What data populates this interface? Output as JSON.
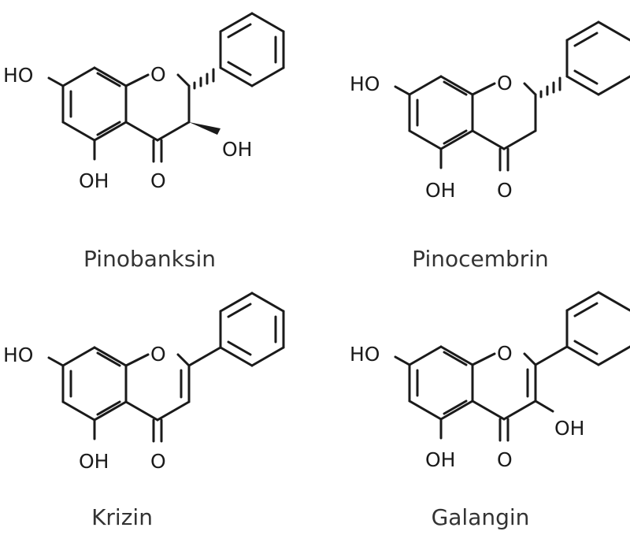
{
  "molecules": [
    {
      "name": "Pinobanksin",
      "labels": {
        "ho7": "HO",
        "o1": "O",
        "oh3": "OH",
        "oh5": "OH",
        "o4": "O"
      }
    },
    {
      "name": "Pinocembrin",
      "labels": {
        "ho7": "HO",
        "o1": "O",
        "oh5": "OH",
        "o4": "O"
      }
    },
    {
      "name": "Krizin",
      "labels": {
        "ho7": "HO",
        "o1": "O",
        "oh5": "OH",
        "o4": "O"
      }
    },
    {
      "name": "Galangin",
      "labels": {
        "ho7": "HO",
        "o1": "O",
        "oh3": "OH",
        "oh5": "OH",
        "o4": "O"
      }
    }
  ]
}
